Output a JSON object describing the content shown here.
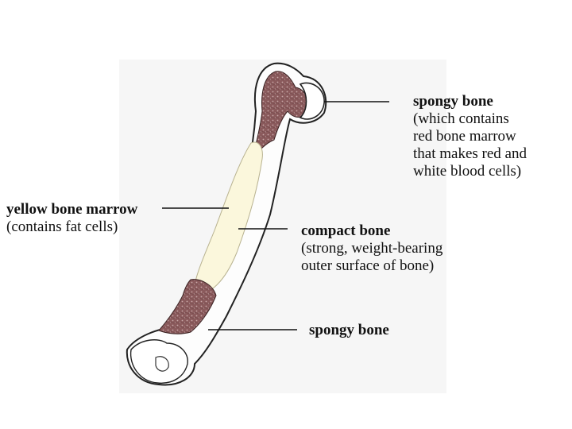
{
  "labels": {
    "spongy_top": {
      "title": "spongy bone",
      "lines": [
        "(which contains",
        "red bone marrow",
        "that makes red and",
        "white blood cells)"
      ]
    },
    "yellow_marrow": {
      "title": "yellow bone marrow",
      "lines": [
        "(contains fat cells)"
      ]
    },
    "compact": {
      "title": "compact bone",
      "lines": [
        "(strong, weight-bearing",
        "outer surface of bone)"
      ]
    },
    "spongy_bottom": {
      "title": "spongy bone",
      "lines": []
    }
  },
  "colors": {
    "spongy": "#8a5a5c",
    "marrow": "#fbf7dc",
    "outline": "#222222",
    "background_panel": "#f4f4f4"
  }
}
